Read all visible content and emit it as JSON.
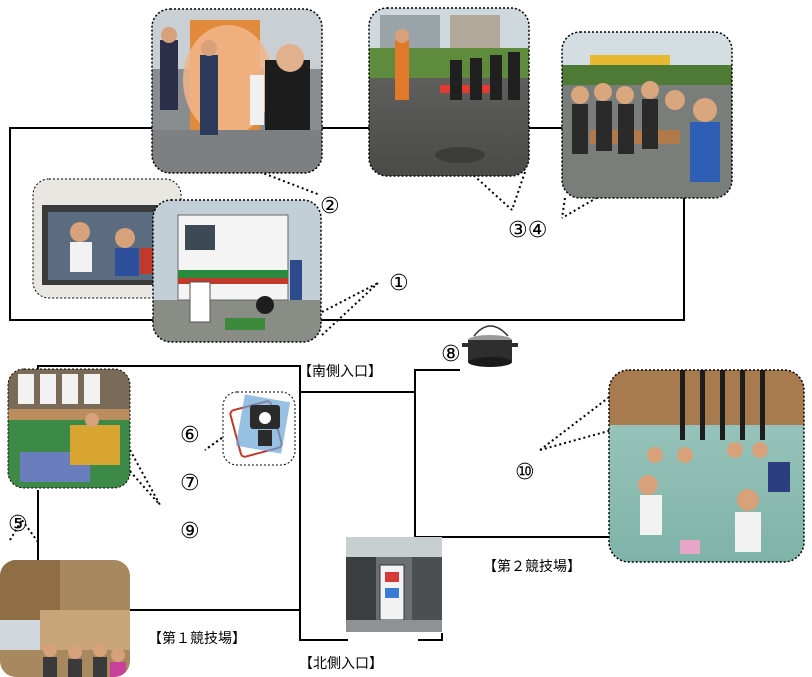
{
  "markers": {
    "m1": "①",
    "m2": "②",
    "m34": "③④",
    "m5": "⑤",
    "m6": "⑥",
    "m7": "⑦",
    "m8": "⑧",
    "m9": "⑨",
    "m10": "⑩"
  },
  "labels": {
    "south_entrance": "【南側入口】",
    "north_entrance": "【北側入口】",
    "gym1": "【第１競技場】",
    "gym2": "【第２競技場】"
  },
  "photos": [
    {
      "name": "photo-smoke-tent"
    },
    {
      "name": "photo-fire-hose-targets"
    },
    {
      "name": "photo-children-table"
    },
    {
      "name": "photo-smoke-room-truck"
    },
    {
      "name": "photo-fire-education-truck"
    },
    {
      "name": "photo-gym1-stage-mat"
    },
    {
      "name": "photo-gym2-children-seated"
    },
    {
      "name": "photo-north-entrance-sign"
    },
    {
      "name": "photo-stacked-boxes-children"
    },
    {
      "name": "photo-camera-illustration"
    },
    {
      "name": "photo-cooking-pot"
    }
  ]
}
